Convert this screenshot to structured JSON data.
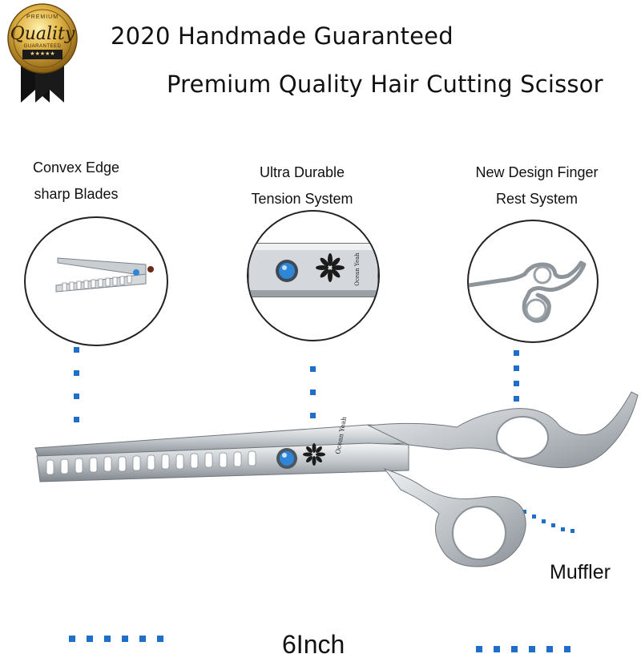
{
  "badge": {
    "top_text": "PREMIUM",
    "script_text": "Quality",
    "bottom_text": "GUARANTEED",
    "stars": "★★★★★"
  },
  "headline": {
    "line1": "2020 Handmade Guaranteed",
    "line2": "Premium Quality Hair Cutting Scissor"
  },
  "features": [
    {
      "line1": "Convex Edge",
      "line2": "sharp Blades",
      "icon": "blades-closeup"
    },
    {
      "line1": "Ultra Durable",
      "line2": "Tension System",
      "icon": "tension-screw-closeup"
    },
    {
      "line1": "New Design Finger",
      "line2": "Rest System",
      "icon": "finger-rest-closeup"
    }
  ],
  "scissor": {
    "engraving": "Ocean Yeah"
  },
  "callouts": {
    "muffler": "Muffler",
    "size": "6Inch"
  },
  "colors": {
    "accent_dots": "#1f6fc8",
    "badge_gold": "#c89a2c",
    "screw_blue": "#2f86d6",
    "steel": "#c9ced3"
  }
}
